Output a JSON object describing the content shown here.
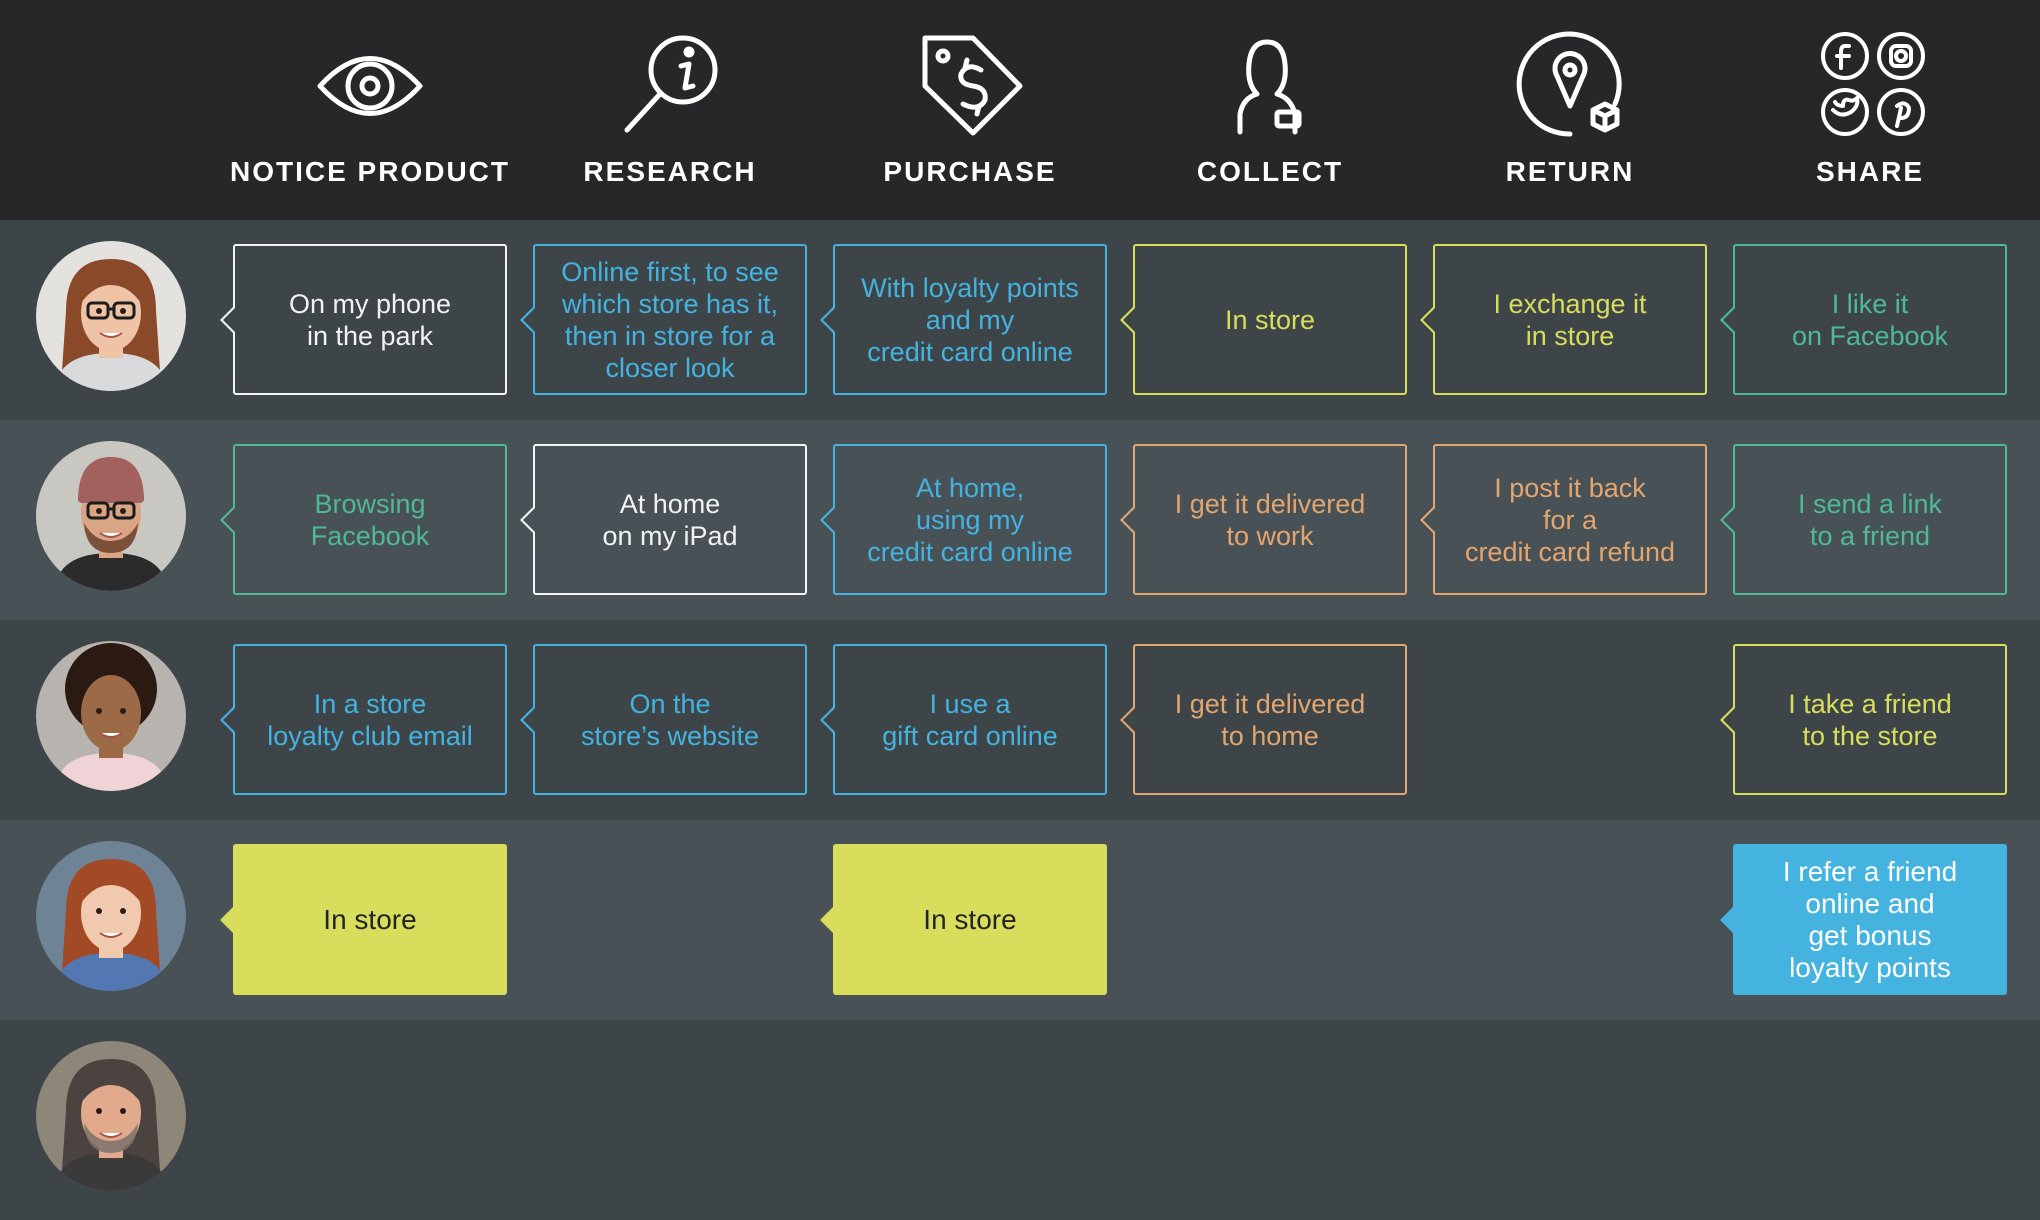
{
  "colors": {
    "white": "#f2f2f2",
    "blue": "#44b3e0",
    "yellow": "#d9dd5c",
    "green": "#4fb993",
    "orange": "#e2a570",
    "header_bg": "#252728",
    "row_dark": "#3d4549",
    "row_light": "#485155"
  },
  "stages": [
    {
      "label": "NOTICE PRODUCT",
      "icon": "eye-icon"
    },
    {
      "label": "RESEARCH",
      "icon": "magnifier-info-icon"
    },
    {
      "label": "PURCHASE",
      "icon": "price-tag-icon"
    },
    {
      "label": "COLLECT",
      "icon": "person-with-bag-icon"
    },
    {
      "label": "RETURN",
      "icon": "location-pin-box-icon"
    },
    {
      "label": "SHARE",
      "icon": "social-media-icons"
    }
  ],
  "personas": [
    {
      "avatar": "persona-woman-glasses",
      "cards": [
        {
          "stage": 0,
          "text": "On my phone\nin the park",
          "color": "white",
          "filled": false
        },
        {
          "stage": 1,
          "text": "Online first, to see\nwhich store has it,\nthen in store for a\ncloser look",
          "color": "blue",
          "filled": false
        },
        {
          "stage": 2,
          "text": "With loyalty points\nand my\ncredit card online",
          "color": "blue",
          "filled": false
        },
        {
          "stage": 3,
          "text": "In store",
          "color": "yellow",
          "filled": false
        },
        {
          "stage": 4,
          "text": "I exchange it\nin store",
          "color": "yellow",
          "filled": false
        },
        {
          "stage": 5,
          "text": "I like it\non Facebook",
          "color": "green",
          "filled": false
        }
      ]
    },
    {
      "avatar": "persona-man-beanie",
      "cards": [
        {
          "stage": 0,
          "text": "Browsing\nFacebook",
          "color": "green",
          "filled": false
        },
        {
          "stage": 1,
          "text": "At home\non my iPad",
          "color": "white",
          "filled": false
        },
        {
          "stage": 2,
          "text": "At home,\nusing my\ncredit card online",
          "color": "blue",
          "filled": false
        },
        {
          "stage": 3,
          "text": "I get it delivered\nto work",
          "color": "orange",
          "filled": false
        },
        {
          "stage": 4,
          "text": "I post it back\nfor a\ncredit card refund",
          "color": "orange",
          "filled": false
        },
        {
          "stage": 5,
          "text": "I send a link\nto a friend",
          "color": "green",
          "filled": false
        }
      ]
    },
    {
      "avatar": "persona-woman-curly",
      "cards": [
        {
          "stage": 0,
          "text": "In a store\nloyalty club email",
          "color": "blue",
          "filled": false
        },
        {
          "stage": 1,
          "text": "On the\nstore’s website",
          "color": "blue",
          "filled": false
        },
        {
          "stage": 2,
          "text": "I use a\ngift card online",
          "color": "blue",
          "filled": false
        },
        {
          "stage": 3,
          "text": "I get it delivered\nto home",
          "color": "orange",
          "filled": false
        },
        {
          "stage": 5,
          "text": "I take a friend\nto the store",
          "color": "yellow",
          "filled": false
        }
      ]
    },
    {
      "avatar": "persona-woman-red-hair",
      "cards": [
        {
          "stage": 0,
          "text": "In store",
          "color": "yellow",
          "filled": true
        },
        {
          "stage": 2,
          "text": "In store",
          "color": "yellow",
          "filled": true
        },
        {
          "stage": 5,
          "text": "I refer a friend\nonline and\nget bonus\nloyalty points",
          "color": "blue",
          "filled": true
        }
      ]
    },
    {
      "avatar": "persona-man-grey",
      "cards": []
    }
  ]
}
